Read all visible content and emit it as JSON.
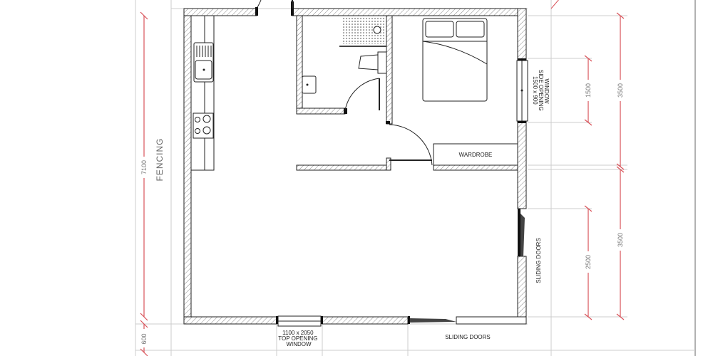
{
  "plan": {
    "labels": {
      "fencing": "FENCING",
      "wardrobe": "WARDROBE",
      "sliding_doors_right": "SLIDING DOORS",
      "sliding_doors_bottom": "SLIDING DOORS",
      "bottom_window": [
        "1100 x 2050",
        "TOP OPENING",
        "WINDOW"
      ],
      "side_window": [
        "1500 x 900",
        "SIDE OPENING",
        "WINDOW"
      ]
    },
    "dimensions": {
      "overall_height": "7100",
      "fencing_offset": "600",
      "window_height": "1500",
      "bedroom_depth": "3500",
      "living_depth": "3500",
      "sliding_door_width": "2500"
    },
    "colors": {
      "dimension_line": "#d9535a",
      "wall": "#222222",
      "guide": "#cccccc"
    }
  }
}
